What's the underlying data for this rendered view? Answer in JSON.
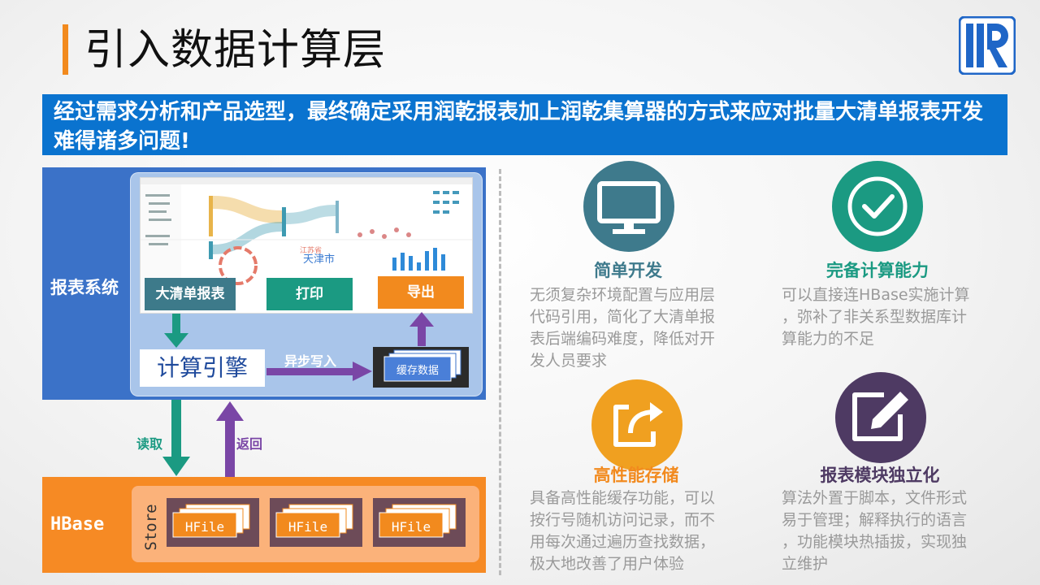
{
  "header": {
    "title": "引入数据计算层"
  },
  "banner": {
    "text": "经过需求分析和产品选型，最终确定采用润乾报表加上润乾集算器的方式来应对批量大清单报表开发难得诸多问题!"
  },
  "diagram": {
    "report_system_label": "报表系统",
    "buttons": {
      "list_report": "大清单报表",
      "print": "打印",
      "export": "导出"
    },
    "engine_label": "计算引擎",
    "async_write_label": "异步写入",
    "cache_label": "缓存数据",
    "read_label": "读取",
    "return_label": "返回",
    "hbase_label": "HBase",
    "store_label": "Store",
    "hfiles": [
      "HFile",
      "HFile",
      "HFile"
    ],
    "screenshot_map_text": "天津市",
    "screenshot_map_text2": "江苏省"
  },
  "features": [
    {
      "icon": "monitor-icon",
      "color": "#3e7a8c",
      "title": "简单开发",
      "title_color": "#3e7a8c",
      "lines": [
        "无须复杂环境配置与应用层",
        "代码引用，简化了大清单报",
        "表后端编码难度，降低对开",
        "发人员要求"
      ]
    },
    {
      "icon": "check-icon",
      "color": "#1b9a82",
      "title": "完备计算能力",
      "title_color": "#1b9a82",
      "lines": [
        "可以直接连HBase实施计算",
        "，弥补了非关系型数据库计",
        "算能力的不足"
      ]
    },
    {
      "icon": "share-icon",
      "color": "#f0a020",
      "title": "高性能存储",
      "title_color": "#f28a1e",
      "lines": [
        "具备高性能缓存功能，可以",
        "按行号随机访问记录，而不",
        "用每次通过遍历查找数据，",
        "极大地改善了用户体验"
      ]
    },
    {
      "icon": "edit-icon",
      "color": "#4e3a63",
      "title": "报表模块独立化",
      "title_color": "#4e3a63",
      "lines": [
        "算法外置于脚本，文件形式",
        "易于管理；解释执行的语言",
        "，功能模块热插拔，实现独",
        "立维护"
      ]
    }
  ],
  "colors": {
    "accent_orange": "#f28a1e",
    "banner_blue": "#0a73cf",
    "teal": "#1b9a82",
    "purple": "#7a46a6"
  }
}
